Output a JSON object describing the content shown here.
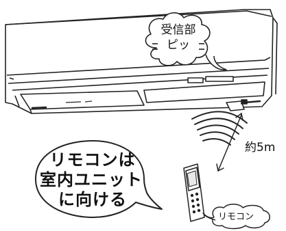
{
  "receiver_bubble": {
    "line1": "受信部",
    "line2": "ピッ"
  },
  "remote_label": "リモコン",
  "distance_label": "約5m",
  "instruction": {
    "line1": "リモコンは",
    "line2": "室内ユニット",
    "line3": "に向ける"
  }
}
